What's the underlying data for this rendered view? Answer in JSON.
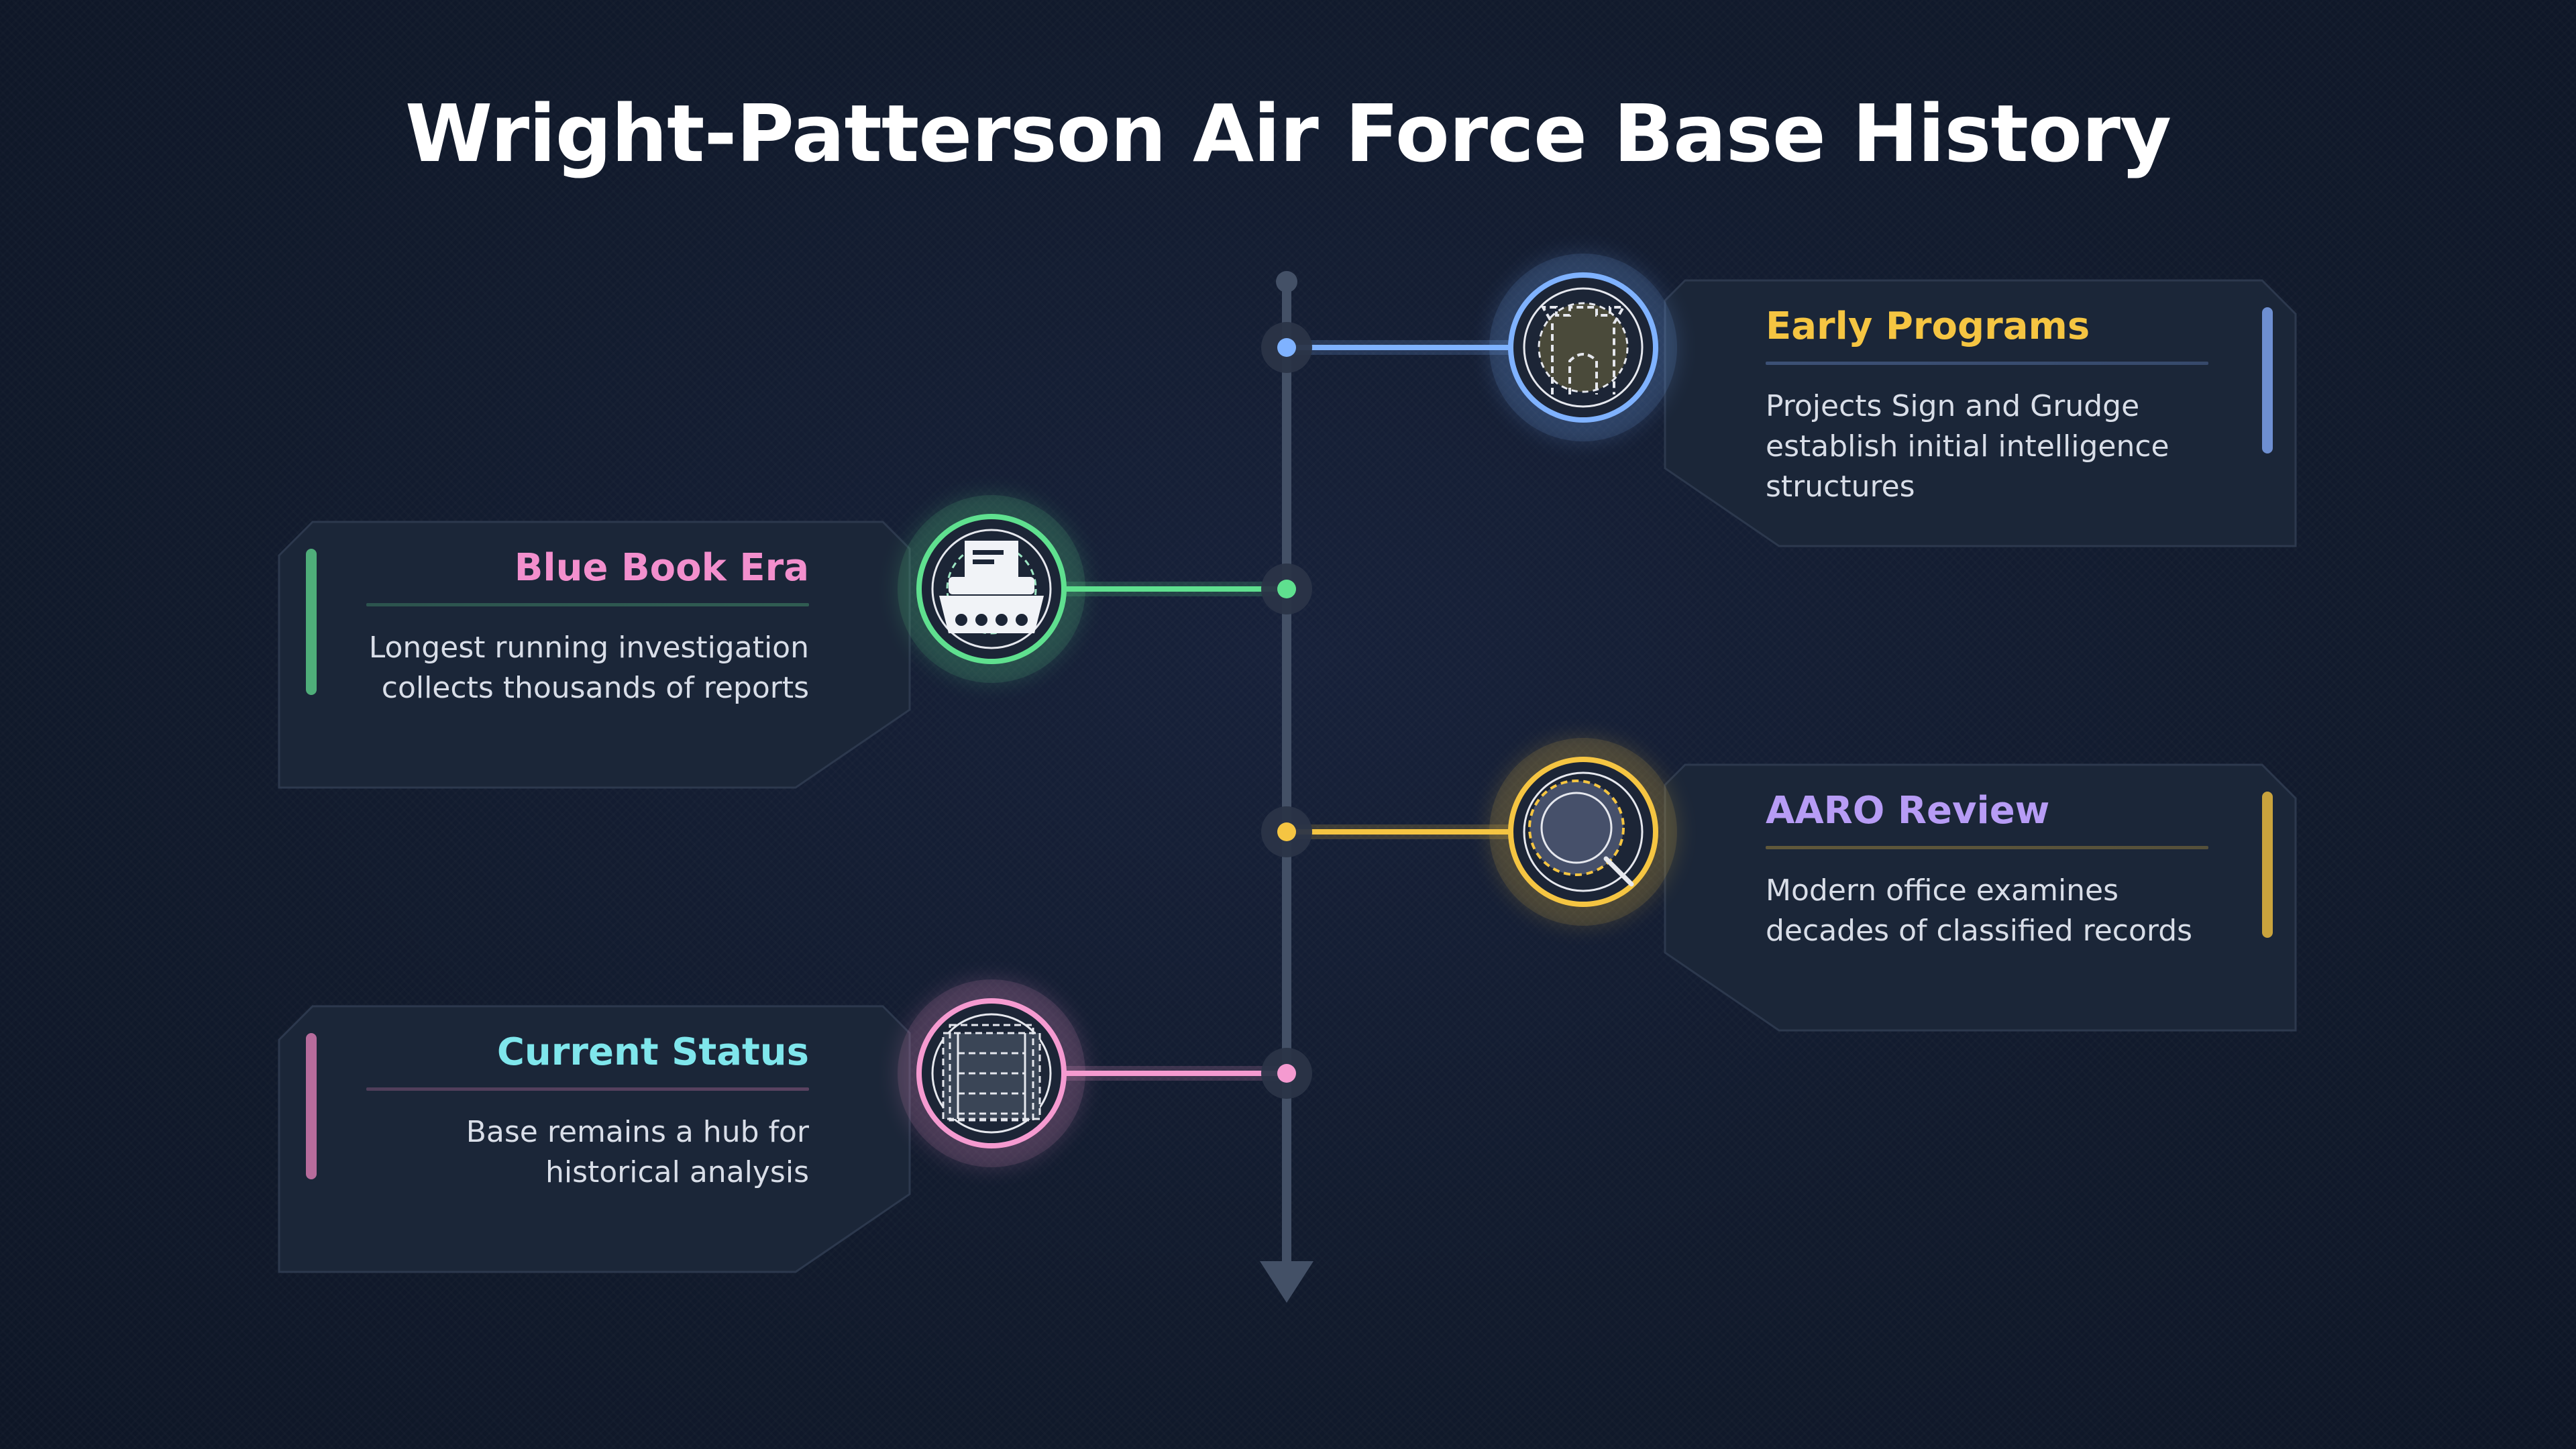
{
  "title": "Wright-Patterson Air Force Base History",
  "colors": {
    "spine": "#435066",
    "card_fill": "#1b2638",
    "card_stroke": "#2c384d"
  },
  "events": [
    {
      "title": "Early Programs",
      "description": "Projects Sign and Grudge establish initial intelligence structures",
      "side": "right",
      "accent": "#7fb2ff",
      "title_color": "#f5c542",
      "bar_color": "#6e8fd1",
      "icon": "castle-icon"
    },
    {
      "title": "Blue Book Era",
      "description": "Longest running investigation collects thousands of reports",
      "side": "left",
      "accent": "#5fe08f",
      "title_color": "#f38fcd",
      "bar_color": "#4fae7a",
      "icon": "typewriter-icon"
    },
    {
      "title": "AARO Review",
      "description": "Modern office examines decades of classified records",
      "side": "right",
      "accent": "#f5c542",
      "title_color": "#b79cf5",
      "bar_color": "#c9a33d",
      "icon": "magnifier-icon"
    },
    {
      "title": "Current Status",
      "description": "Base remains a hub for historical analysis",
      "side": "left",
      "accent": "#f59ad0",
      "title_color": "#7fe6ec",
      "bar_color": "#b76c9c",
      "icon": "archive-icon"
    }
  ]
}
